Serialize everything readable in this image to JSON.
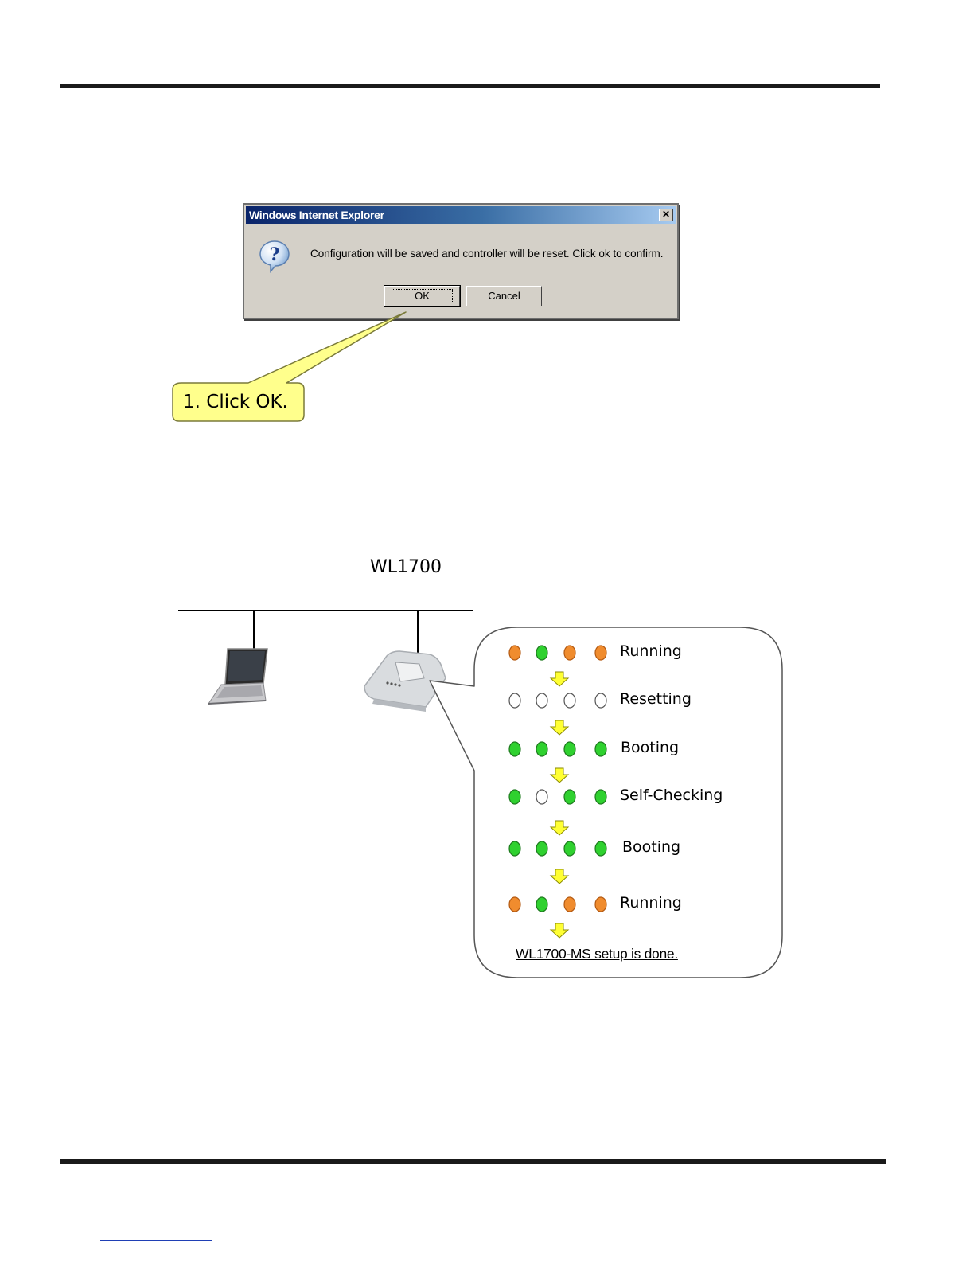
{
  "dialog": {
    "title": "Windows Internet Explorer",
    "close_glyph": "✕",
    "message": "Configuration will be saved and controller will be reset. Click ok to confirm.",
    "ok_label": "OK",
    "cancel_label": "Cancel",
    "icon": "question-icon"
  },
  "callout": {
    "text": "1. Click OK."
  },
  "network": {
    "title": "WL1700"
  },
  "led_colors": {
    "orange": "#f08c2e",
    "green": "#2fd12f",
    "off": "#ffffff"
  },
  "states": [
    {
      "label": "Running",
      "leds": [
        "orange",
        "green",
        "orange",
        "orange"
      ]
    },
    {
      "label": "Resetting",
      "leds": [
        "off",
        "off",
        "off",
        "off"
      ]
    },
    {
      "label": "Booting",
      "leds": [
        "green",
        "green",
        "green",
        "green"
      ]
    },
    {
      "label": "Self-Checking",
      "leds": [
        "green",
        "off",
        "green",
        "green"
      ]
    },
    {
      "label": "Booting",
      "leds": [
        "green",
        "green",
        "green",
        "green"
      ]
    },
    {
      "label": "Running",
      "leds": [
        "orange",
        "green",
        "orange",
        "orange"
      ]
    }
  ],
  "done_text": "WL1700-MS setup is done."
}
